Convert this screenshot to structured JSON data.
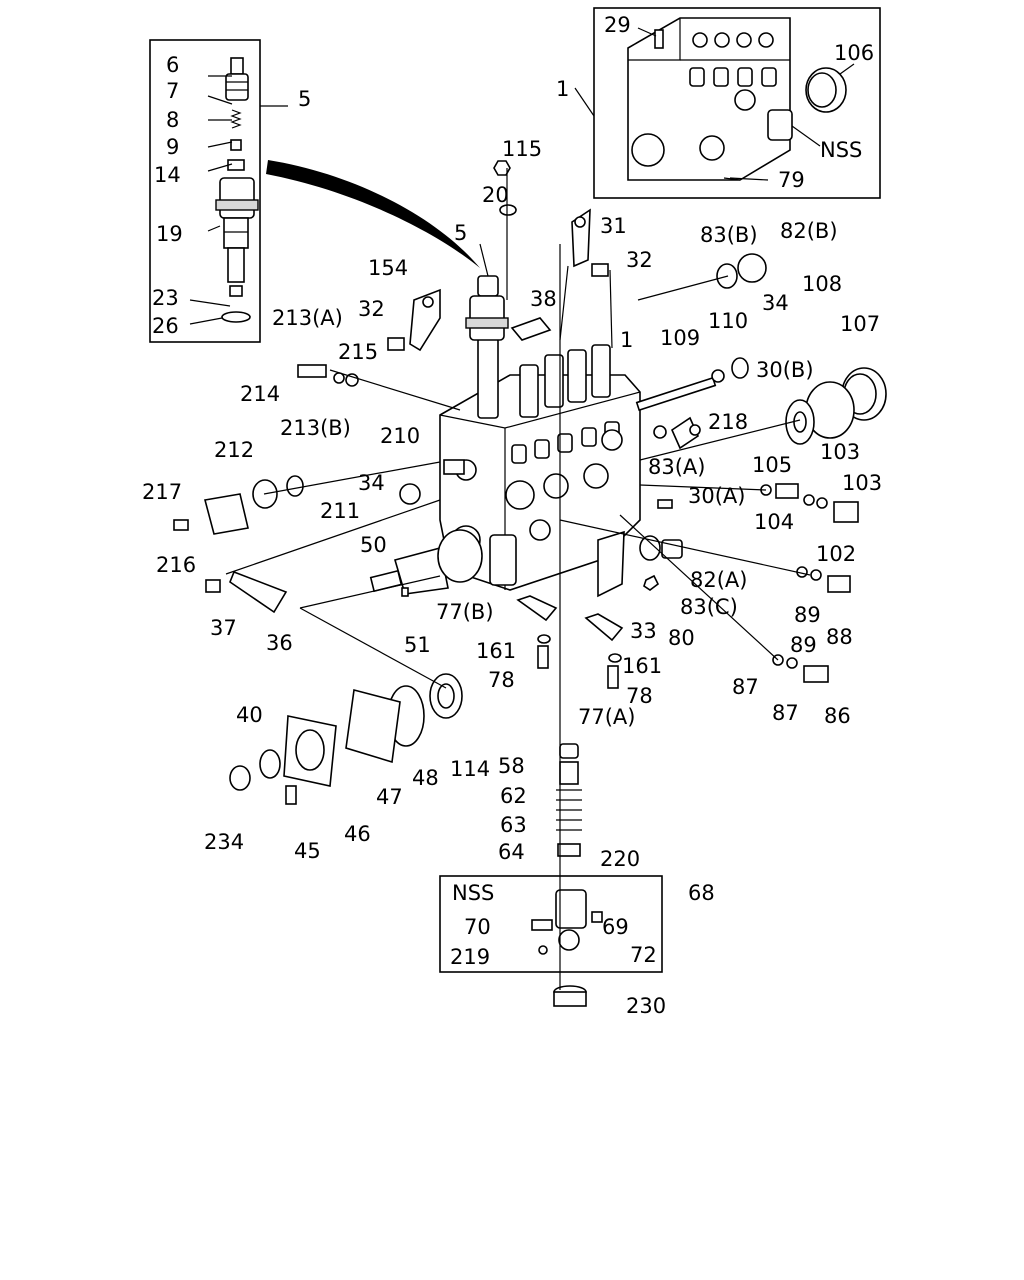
{
  "diagram": {
    "insets": [
      {
        "name": "nozzle-holder-inset",
        "tag": "5"
      },
      {
        "name": "pump-housing-inset",
        "tag": "1",
        "nss": "NSS"
      },
      {
        "name": "tappet-inset",
        "tag": "68",
        "nss": "NSS"
      }
    ],
    "labels": [
      "6",
      "7",
      "8",
      "9",
      "14",
      "19",
      "23",
      "26",
      "5",
      "29",
      "106",
      "1",
      "NSS",
      "79",
      "115",
      "20",
      "5",
      "154",
      "32",
      "38",
      "31",
      "32",
      "83(B)",
      "82(B)",
      "213(A)",
      "215",
      "214",
      "1",
      "109",
      "110",
      "34",
      "108",
      "107",
      "30(B)",
      "218",
      "213(B)",
      "210",
      "212",
      "217",
      "211",
      "216",
      "34",
      "83(A)",
      "105",
      "103",
      "103",
      "30(A)",
      "104",
      "102",
      "50",
      "37",
      "36",
      "77(B)",
      "51",
      "82(A)",
      "83(C)",
      "33",
      "80",
      "89",
      "89",
      "88",
      "161",
      "78",
      "161",
      "78",
      "77(A)",
      "87",
      "87",
      "86",
      "40",
      "114",
      "47",
      "48",
      "46",
      "45",
      "234",
      "58",
      "62",
      "63",
      "64",
      "220",
      "68",
      "NSS",
      "70",
      "69",
      "219",
      "72",
      "230"
    ]
  }
}
